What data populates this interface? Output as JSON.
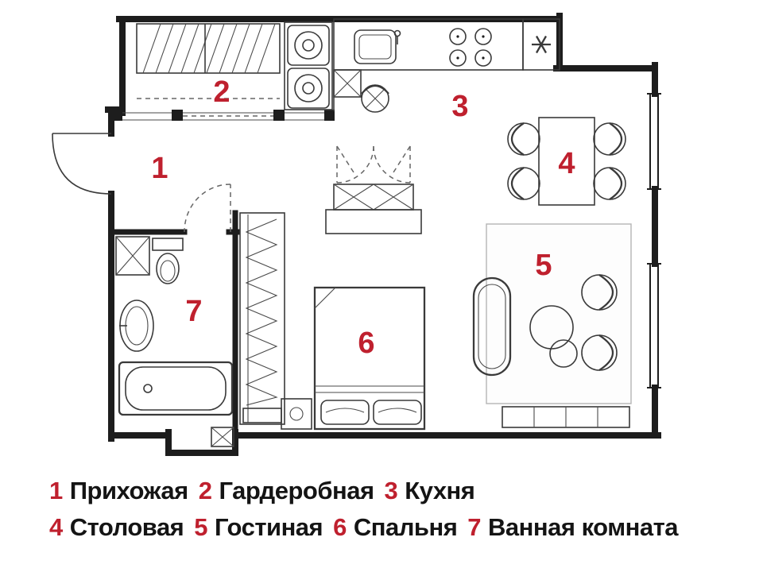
{
  "colors": {
    "accent_red": "#bf202e",
    "ink": "#1d1d1d"
  },
  "rooms": [
    {
      "number": "1",
      "name": "Прихожая"
    },
    {
      "number": "2",
      "name": "Гардеробная"
    },
    {
      "number": "3",
      "name": "Кухня"
    },
    {
      "number": "4",
      "name": "Столовая"
    },
    {
      "number": "5",
      "name": "Гостиная"
    },
    {
      "number": "6",
      "name": "Спальня"
    },
    {
      "number": "7",
      "name": "Ванная комната"
    }
  ]
}
